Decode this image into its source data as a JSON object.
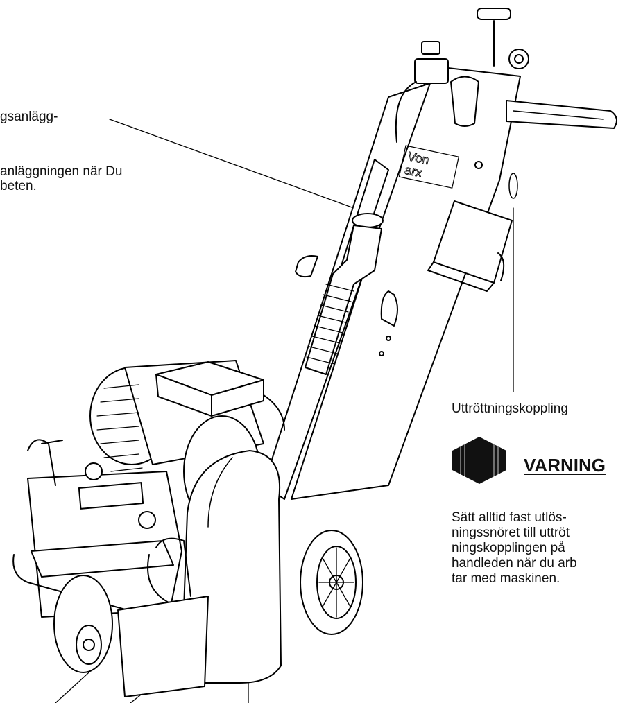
{
  "labels": {
    "dust_line1": "gsanlägg-",
    "dust_line2": "anläggningen när Du",
    "dust_line3": "beten.",
    "cutoff_label": "Uttröttningskoppling"
  },
  "warning": {
    "title": "VARNING",
    "lines": [
      "Sätt alltid fast utlös-",
      "ningssnöret till uttröt",
      "ningskopplingen på",
      "handleden när du arb",
      "tar med maskinen."
    ]
  },
  "brand": "Von Arx",
  "icons": {
    "warning": "warning-hexagon-icon"
  }
}
